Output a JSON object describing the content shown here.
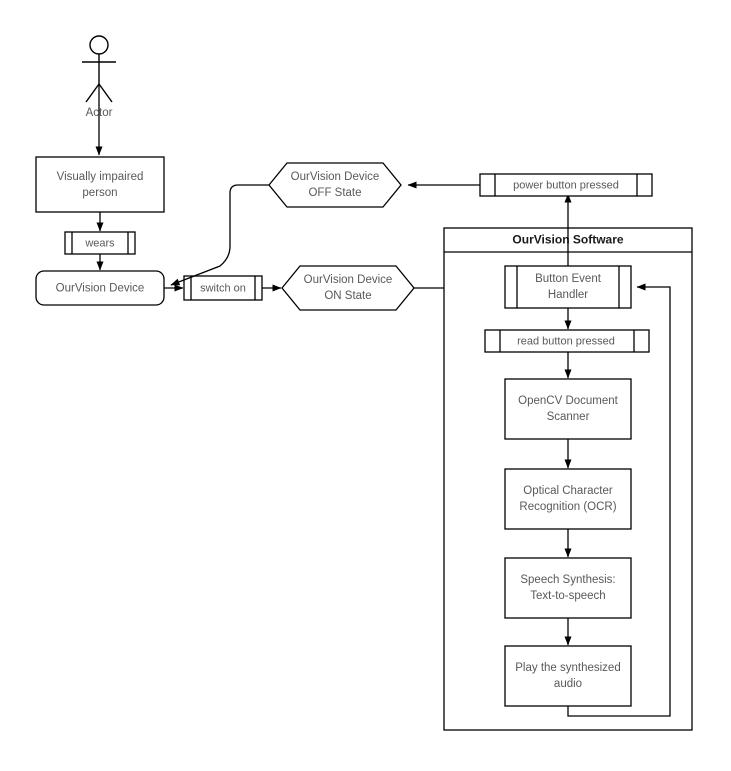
{
  "diagram": {
    "title": "OurVision system flowchart",
    "colors": {
      "stroke": "#000000",
      "text": "#595959",
      "title_text": "#1a1a1a",
      "background": "#ffffff"
    },
    "actor": {
      "label": "Actor",
      "icon": "stick-figure-actor-icon"
    },
    "nodes": [
      {
        "id": "visually-impaired-person",
        "label": "Visually impaired person",
        "lines": [
          "Visually impaired",
          "person"
        ],
        "shape": "rectangle"
      },
      {
        "id": "wears",
        "label": "wears",
        "lines": [
          "wears"
        ],
        "shape": "subroutine"
      },
      {
        "id": "ourvision-device",
        "label": "OurVision Device",
        "lines": [
          "OurVision Device"
        ],
        "shape": "rounded-rectangle"
      },
      {
        "id": "switch-on",
        "label": "switch on",
        "lines": [
          "switch on"
        ],
        "shape": "subroutine"
      },
      {
        "id": "ourvision-device-on-state",
        "label": "OurVision Device ON State",
        "lines": [
          "OurVision Device",
          "ON State"
        ],
        "shape": "hexagon"
      },
      {
        "id": "ourvision-device-off-state",
        "label": "OurVision Device OFF State",
        "lines": [
          "OurVision Device",
          "OFF State"
        ],
        "shape": "hexagon"
      },
      {
        "id": "power-button-pressed",
        "label": "power button pressed",
        "lines": [
          "power button pressed"
        ],
        "shape": "subroutine"
      },
      {
        "id": "button-event-handler",
        "label": "Button Event Handler",
        "lines": [
          "Button Event",
          "Handler"
        ],
        "shape": "subroutine"
      },
      {
        "id": "read-button-pressed",
        "label": "read button pressed",
        "lines": [
          "read button pressed"
        ],
        "shape": "subroutine"
      },
      {
        "id": "opencv-document-scanner",
        "label": "OpenCV Document Scanner",
        "lines": [
          "OpenCV Document",
          "Scanner"
        ],
        "shape": "rectangle"
      },
      {
        "id": "optical-character-recognition",
        "label": "Optical Character Recognition (OCR)",
        "lines": [
          "Optical Character",
          "Recognition (OCR)"
        ],
        "shape": "rectangle"
      },
      {
        "id": "speech-synthesis",
        "label": "Speech Synthesis: Text-to-speech",
        "lines": [
          "Speech Synthesis:",
          "Text-to-speech"
        ],
        "shape": "rectangle"
      },
      {
        "id": "play-synthesized-audio",
        "label": "Play the synthesized audio",
        "lines": [
          "Play the synthesized",
          "audio"
        ],
        "shape": "rectangle"
      }
    ],
    "container": {
      "id": "ourvision-software",
      "title": "OurVision Software"
    },
    "text": {
      "visually_impaired_l1": "Visually impaired",
      "visually_impaired_l2": "person",
      "wears": "wears",
      "ourvision_device": "OurVision Device",
      "switch_on": "switch on",
      "on_state_l1": "OurVision Device",
      "on_state_l2": "ON State",
      "off_state_l1": "OurVision Device",
      "off_state_l2": "OFF State",
      "power_button_pressed": "power button pressed",
      "software_title": "OurVision Software",
      "button_event_handler_l1": "Button Event",
      "button_event_handler_l2": "Handler",
      "read_button_pressed": "read button pressed",
      "opencv_l1": "OpenCV Document",
      "opencv_l2": "Scanner",
      "ocr_l1": "Optical Character",
      "ocr_l2": "Recognition (OCR)",
      "speech_l1": "Speech Synthesis:",
      "speech_l2": "Text-to-speech",
      "play_l1": "Play the synthesized",
      "play_l2": "audio",
      "actor": "Actor"
    }
  }
}
